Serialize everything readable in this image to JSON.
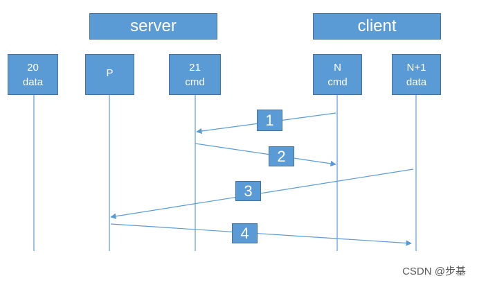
{
  "groups": {
    "server": "server",
    "client": "client"
  },
  "ports": [
    {
      "id": "p20",
      "line1": "20",
      "line2": "data"
    },
    {
      "id": "pP",
      "line1": "P",
      "line2": ""
    },
    {
      "id": "p21",
      "line1": "21",
      "line2": "cmd"
    },
    {
      "id": "pN",
      "line1": "N",
      "line2": "cmd"
    },
    {
      "id": "pN1",
      "line1": "N+1",
      "line2": "data"
    }
  ],
  "steps": [
    "1",
    "2",
    "3",
    "4"
  ],
  "colors": {
    "box_fill": "#5b9bd5",
    "box_border": "#41719c",
    "line": "#5b9bd5",
    "text": "#ffffff"
  },
  "watermark": "CSDN @步基"
}
